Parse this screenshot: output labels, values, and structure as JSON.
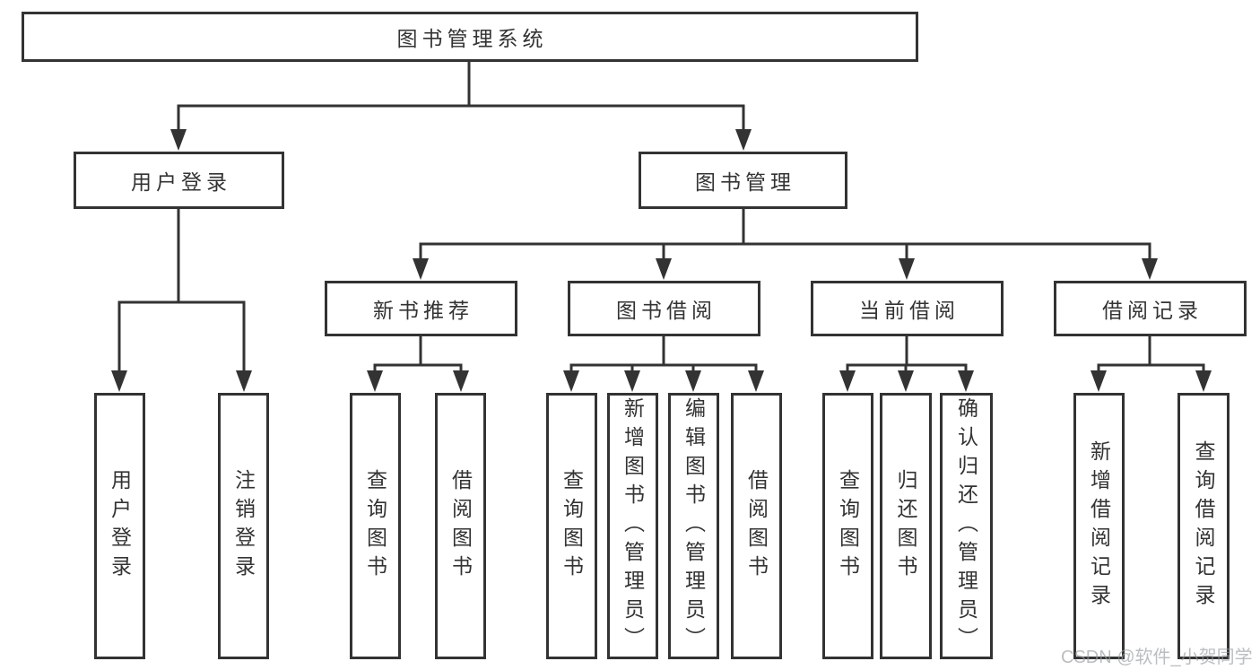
{
  "diagram": {
    "root": "图书管理系统",
    "level2": {
      "user_login": "用户登录",
      "book_management": "图书管理"
    },
    "level3": {
      "new_book_recommend": "新书推荐",
      "book_borrow": "图书借阅",
      "current_borrow": "当前借阅",
      "borrow_records": "借阅记录"
    },
    "leaves": {
      "user_login": "用户登录",
      "logout": "注销登录",
      "query_books_1": "查询图书",
      "borrow_books_1": "借阅图书",
      "query_books_2": "查询图书",
      "add_book_admin": "新增图书（管理员）",
      "edit_book_admin": "编辑图书（管理员）",
      "borrow_books_2": "借阅图书",
      "query_books_3": "查询图书",
      "return_books": "归还图书",
      "confirm_return_admin": "确认归还（管理员）",
      "add_borrow_record": "新增借阅记录",
      "query_borrow_record": "查询借阅记录"
    }
  },
  "watermark": "CSDN @软件_小贺同学",
  "colors": {
    "line": "#333333",
    "text": "#333333",
    "background": "#ffffff",
    "watermark": "#c6c6c6"
  }
}
